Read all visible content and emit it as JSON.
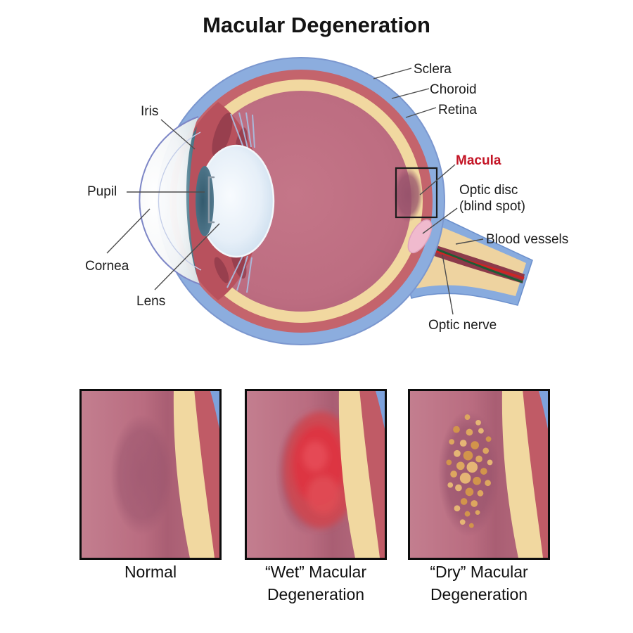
{
  "title": "Macular Degeneration",
  "labels": {
    "sclera": "Sclera",
    "choroid": "Choroid",
    "retina": "Retina",
    "macula": "Macula",
    "optic_disc_line1": "Optic disc",
    "optic_disc_line2": "(blind spot)",
    "blood_vessels": "Blood vessels",
    "optic_nerve": "Optic nerve",
    "iris": "Iris",
    "pupil": "Pupil",
    "cornea": "Cornea",
    "lens": "Lens"
  },
  "panels": [
    {
      "caption_line1": "Normal",
      "caption_line2": ""
    },
    {
      "caption_line1": "“Wet” Macular",
      "caption_line2": "Degeneration"
    },
    {
      "caption_line1": "“Dry” Macular",
      "caption_line2": "Degeneration"
    }
  ],
  "colors": {
    "sclera_blue": "#8cadde",
    "choroid_red": "#c4646c",
    "retina_cream": "#f1d8a0",
    "vitreous_mauve": "#bf7083",
    "ciliary_dark_red": "#b8515d",
    "macula_spot": "#9a5670",
    "macula_label_red": "#c41526",
    "optic_disc_pink": "#f0bace",
    "nerve_tan": "#eed3a0",
    "vessel_red": "#cc2525",
    "vessel_green": "#1e5c35",
    "wet_hemorrhage_red": "#dd3642",
    "dry_drusen_tan": "#dda65f"
  }
}
